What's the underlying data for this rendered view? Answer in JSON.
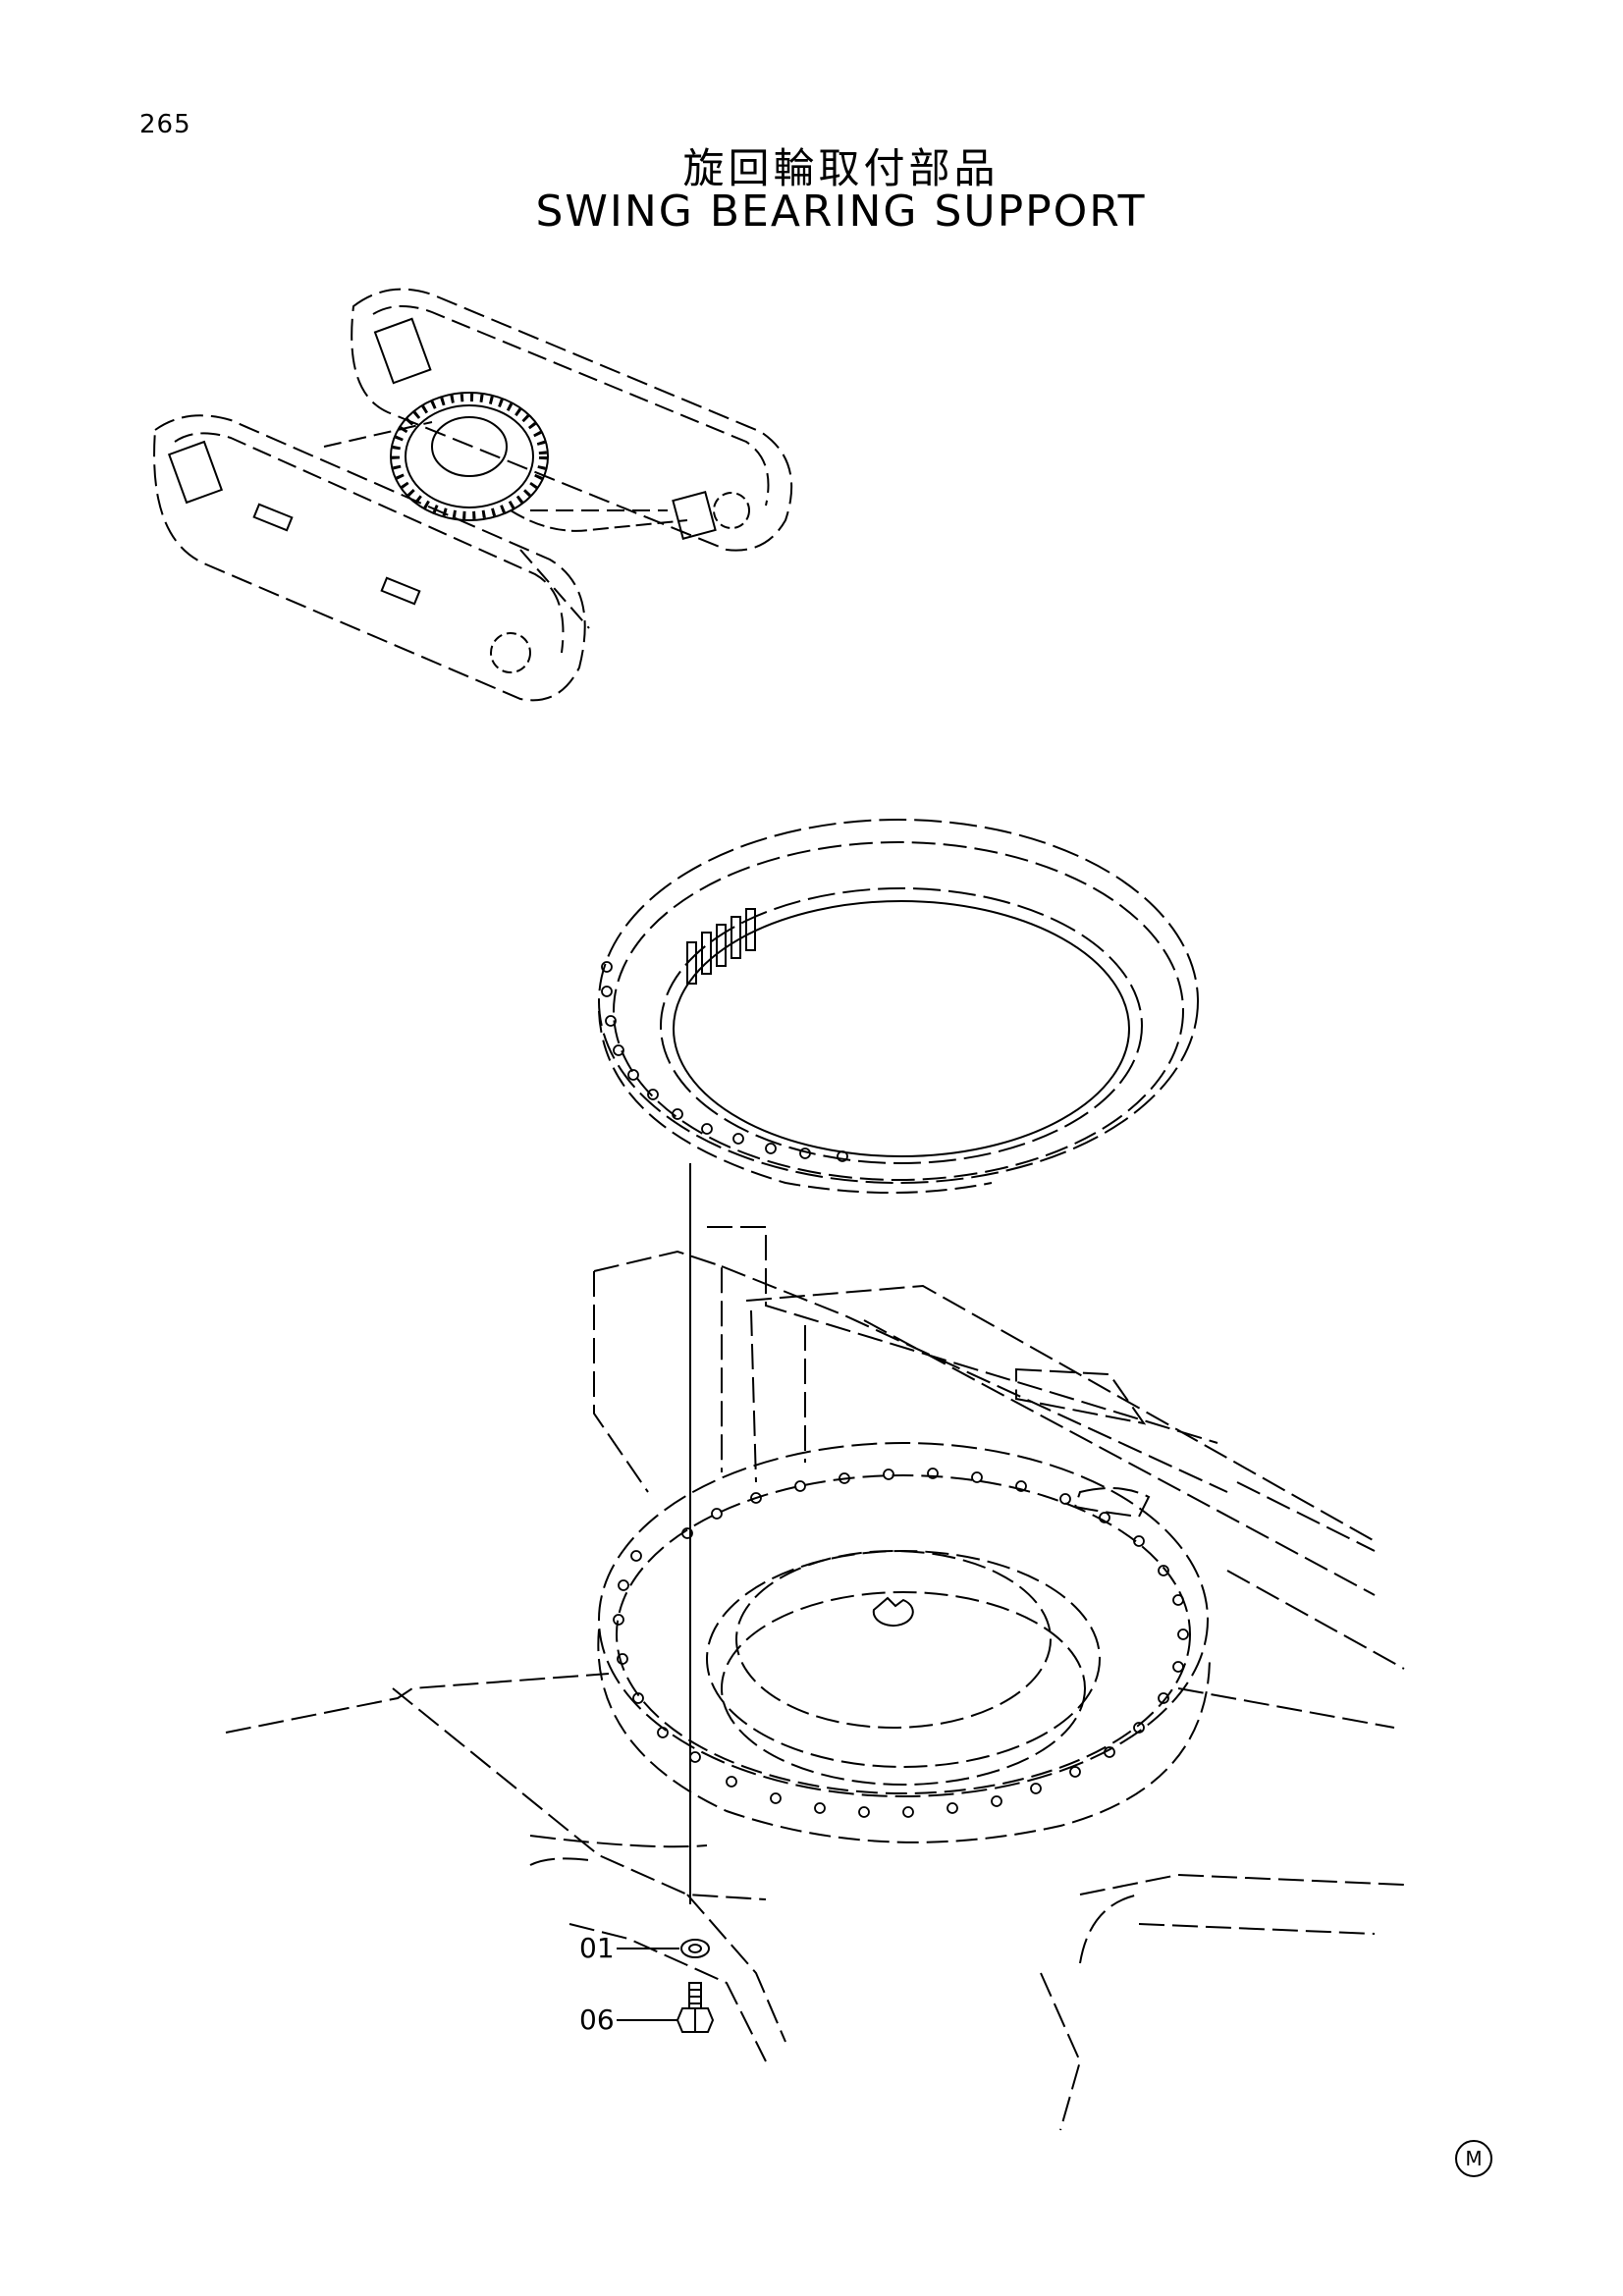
{
  "page": {
    "number": "265",
    "title_jp": "旋回輪取付部品",
    "title_en": "SWING BEARING SUPPORT"
  },
  "callouts": [
    {
      "id": "01",
      "label": "01"
    },
    {
      "id": "06",
      "label": "06"
    }
  ],
  "footer": {
    "mark": "M"
  }
}
